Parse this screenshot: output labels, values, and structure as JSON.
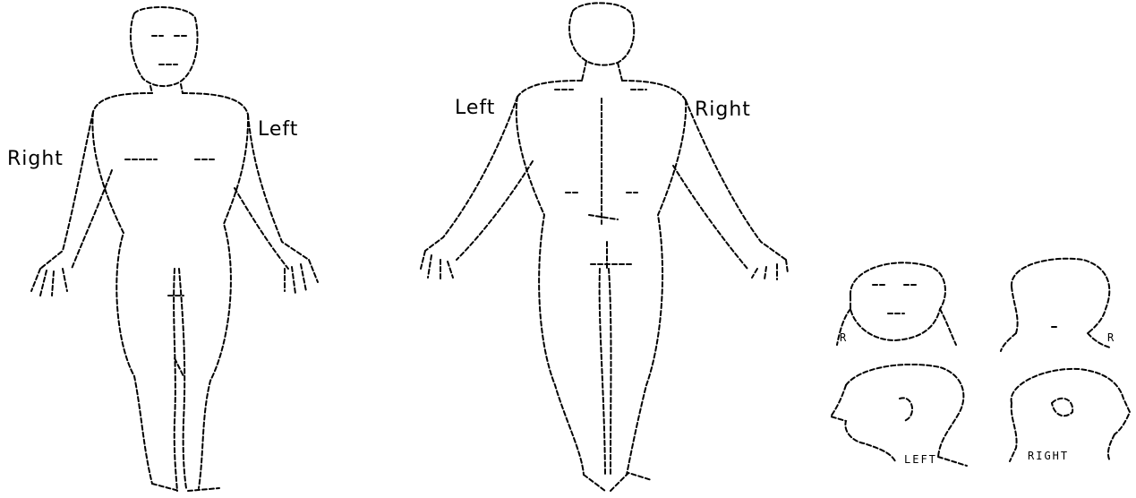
{
  "front_view": {
    "right_label": "Right",
    "left_label": "Left"
  },
  "back_view": {
    "left_label": "Left",
    "right_label": "Right"
  },
  "head_views": {
    "left_label": "LEFT",
    "right_label": "RIGHT",
    "r_mark": "R"
  },
  "colors": {
    "line": "#000000",
    "background": "#ffffff"
  }
}
